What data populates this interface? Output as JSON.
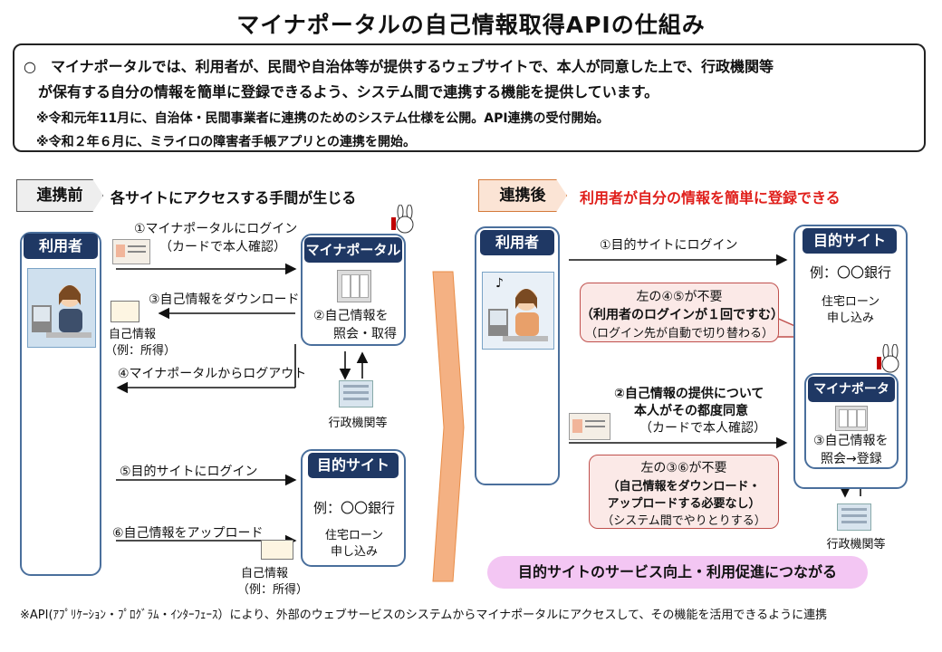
{
  "title": "マイナポータルの自己情報取得APIの仕組み",
  "intro": {
    "line1": "○　マイナポータルでは、利用者が、民間や自治体等が提供するウェブサイトで、本人が同意した上で、行政機関等",
    "line2": "が保有する自分の情報を簡単に登録できるよう、システム間で連携する機能を提供しています。",
    "note1": "※令和元年11月に、自治体・民間事業者に連携のためのシステム仕様を公開。API連携の受付開始。",
    "note2": "※令和２年６月に、ミライロの障害者手帳アプリとの連携を開始。"
  },
  "before": {
    "tag": "連携前",
    "note": "各サイトにアクセスする手間が生じる",
    "user_label": "利用者",
    "mynaportal_label": "マイナポータル",
    "mynaportal_step": "②自己情報を",
    "mynaportal_step2": "照会・取得",
    "gov_label": "行政機関等",
    "target_label": "目的サイト",
    "target_example": "例：〇〇銀行",
    "target_service1": "住宅ローン",
    "target_service2": "申し込み",
    "step1": "①マイナポータルにログイン",
    "step1_sub": "（カードで本人確認）",
    "step3": "③自己情報をダウンロード",
    "doc1_a": "自己情報",
    "doc1_b": "（例：所得）",
    "step4": "④マイナポータルからログアウト",
    "step5": "⑤目的サイトにログイン",
    "step6": "⑥自己情報をアップロード",
    "doc2_a": "自己情報",
    "doc2_b": "（例：所得）"
  },
  "after": {
    "tag": "連携後",
    "note": "利用者が自分の情報を簡単に登録できる",
    "user_label": "利用者",
    "target_label": "目的サイト",
    "target_example": "例：〇〇銀行",
    "target_service1": "住宅ローン",
    "target_service2": "申し込み",
    "mynaportal_label": "マイナポータル",
    "mynaportal_step": "③自己情報を",
    "mynaportal_step2": "照会→登録",
    "gov_label": "行政機関等",
    "step1": "①目的サイトにログイン",
    "callout1_a": "左の④⑤が不要",
    "callout1_b": "（利用者のログインが１回ですむ）",
    "callout1_c": "（ログイン先が自動で切り替わる）",
    "step2_a": "②自己情報の提供について",
    "step2_b": "本人がその都度同意",
    "step2_c": "（カードで本人確認）",
    "callout2_a": "左の③⑥が不要",
    "callout2_b": "（自己情報をダウンロード・",
    "callout2_c": "アップロードする必要なし）",
    "callout2_d": "（システム間でやりとりする）",
    "benefit": "目的サイトのサービス向上・利用促進につながる"
  },
  "footnote": "※API(ｱﾌﾟﾘｹｰｼｮﾝ・ﾌﾟﾛｸﾞﾗﾑ・ｲﾝﾀｰﾌｪｰｽ）により、外部のウェブサービスのシステムからマイナポータルにアクセスして、その機能を活用できるように連携",
  "colors": {
    "panel_head": "#1f3864",
    "panel_border": "#4a6f9c",
    "accent_red": "#e0201c",
    "big_arrow": "#f4b183",
    "pill": "#f3c6f3",
    "down_arrow": "#4472c4"
  }
}
